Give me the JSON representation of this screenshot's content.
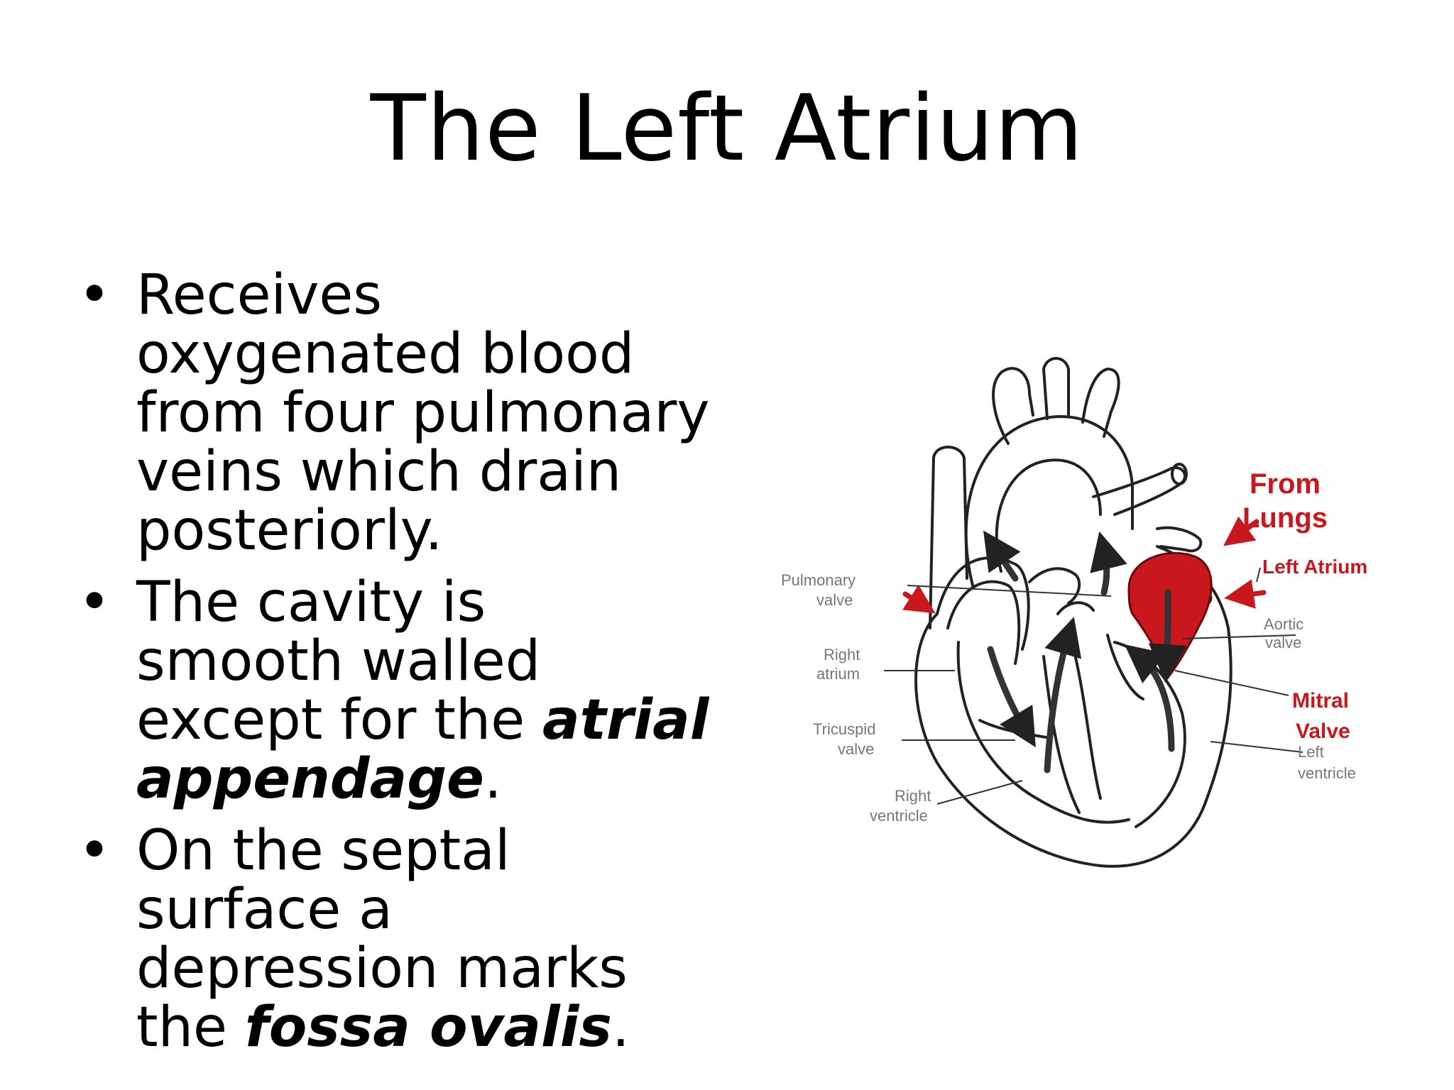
{
  "slide": {
    "title": "The Left Atrium",
    "bullets": [
      {
        "text": "Receives oxygenated blood from four pulmonary veins which drain posteriorly."
      },
      {
        "text_before": "The cavity is smooth walled except for the ",
        "emphasis": "atrial appendage",
        "text_after": "."
      },
      {
        "text_before": "On the septal surface a depression marks the ",
        "emphasis": "fossa ovalis",
        "text_after": "."
      }
    ]
  },
  "diagram": {
    "labels": {
      "pulmonary_valve_1": "Pulmonary",
      "pulmonary_valve_2": "valve",
      "right_atrium_1": "Right",
      "right_atrium_2": "atrium",
      "tricuspid_valve_1": "Tricuspid",
      "tricuspid_valve_2": "valve",
      "right_ventricle_1": "Right",
      "right_ventricle_2": "ventricle",
      "from": "From",
      "lungs": "Lungs",
      "left_atrium": "Left Atrium",
      "aortic_valve_1": "Aortic",
      "aortic_valve_2": "valve",
      "mitral_1": "Mitral",
      "mitral_2": "Valve",
      "left_ventricle_1": "Left",
      "left_ventricle_2": "ventricle"
    },
    "colors": {
      "outline": "#222222",
      "highlight": "#c8171d",
      "label": "#777777"
    }
  }
}
